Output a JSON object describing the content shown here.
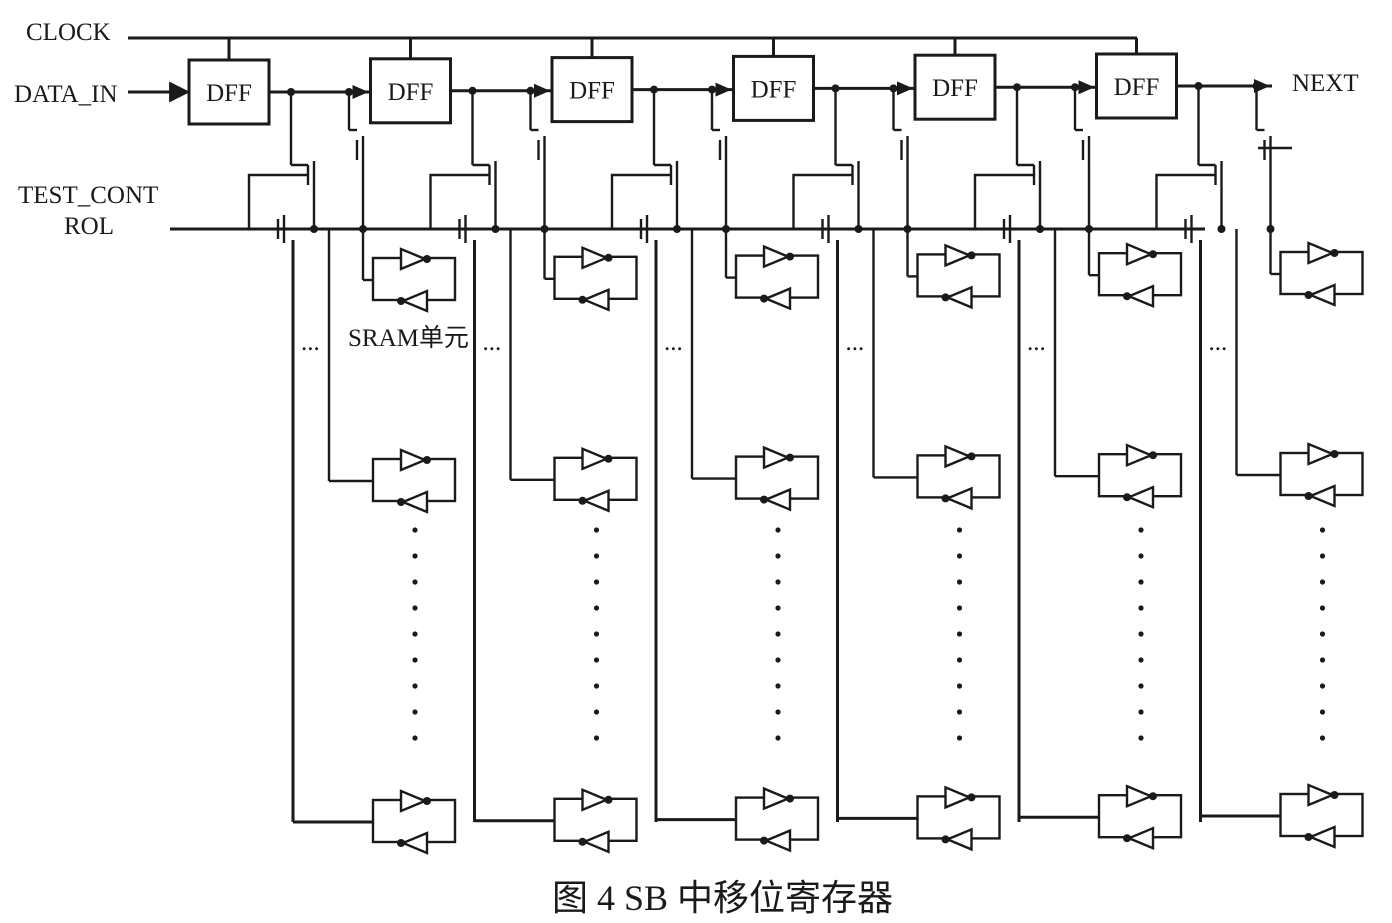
{
  "labels": {
    "clock": "CLOCK",
    "data_in": "DATA_IN",
    "test_control_line1": "TEST_CONT",
    "test_control_line2": "ROL",
    "next": "NEXT",
    "sram_cell": "SRAM单元",
    "caption": "图 4   SB 中移位寄存器",
    "ellipsis": "..."
  },
  "stages": [
    {
      "dff": "DFF"
    },
    {
      "dff": "DFF"
    },
    {
      "dff": "DFF"
    },
    {
      "dff": "DFF"
    },
    {
      "dff": "DFF"
    },
    {
      "dff": "DFF"
    }
  ],
  "sram_rows_per_column": 3
}
